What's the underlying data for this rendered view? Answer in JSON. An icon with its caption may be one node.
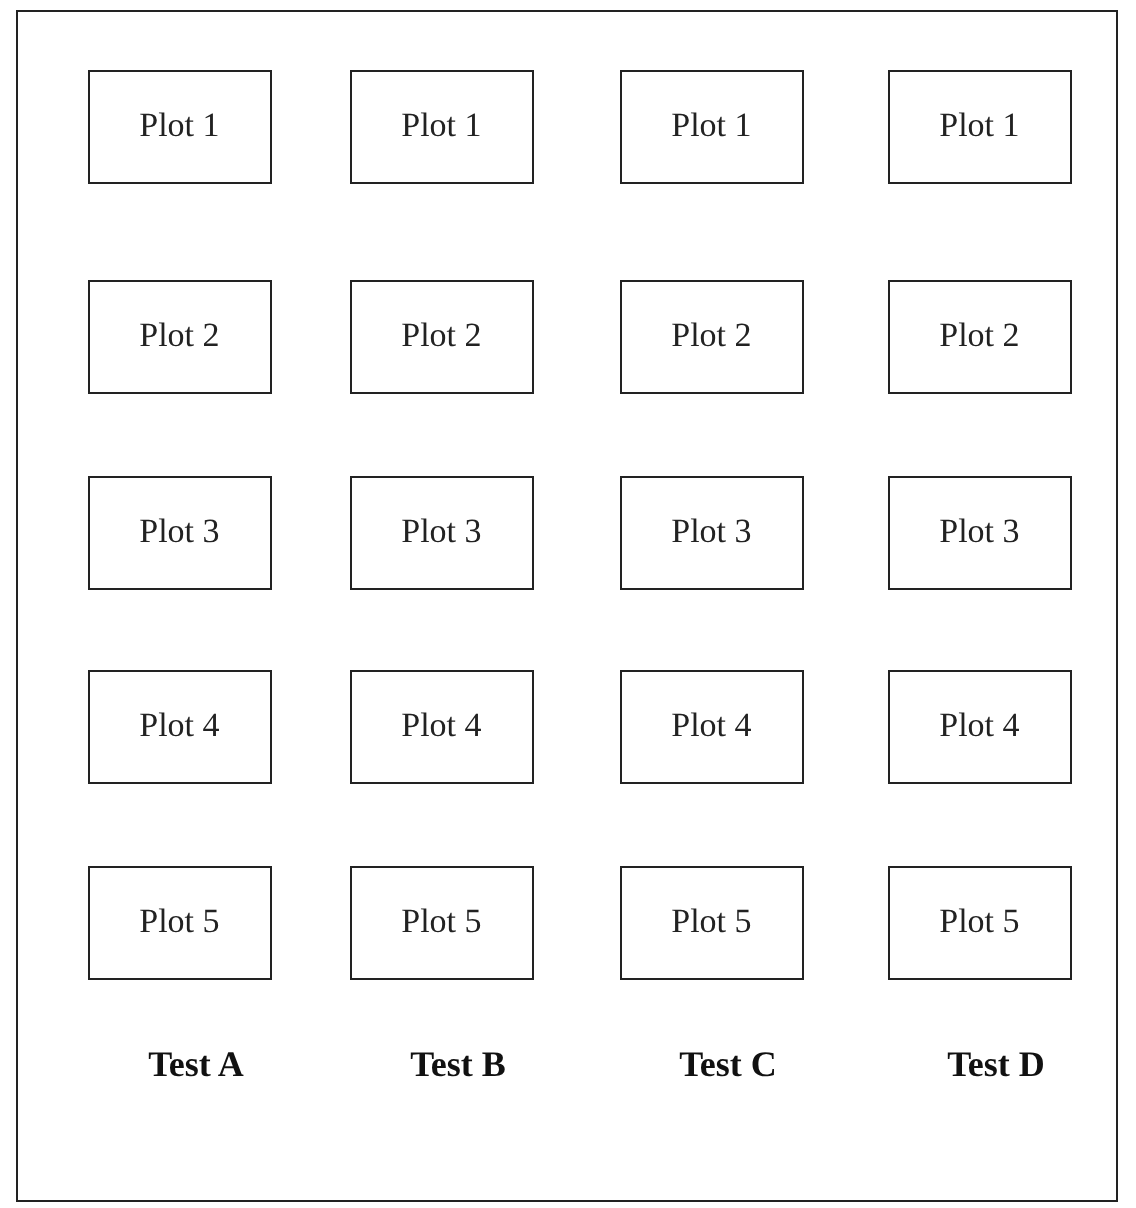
{
  "diagram": {
    "nodes": [
      {
        "text": [],
        "shape": "box"
      },
      {
        "text": [
          "Plot 1"
        ],
        "in": 0
      },
      {
        "text": [
          "Plot 1"
        ],
        "in": 0
      },
      {
        "text": [
          "Plot 1"
        ],
        "in": 0
      },
      {
        "text": [
          "Plot 1"
        ],
        "in": 0
      },
      {
        "text": [
          "Plot 2"
        ],
        "in": 0
      },
      {
        "text": [
          "Plot 2"
        ],
        "in": 0
      },
      {
        "text": [
          "Plot 2"
        ],
        "in": 0
      },
      {
        "text": [
          "Plot 2"
        ],
        "in": 0
      },
      {
        "text": [
          "Plot 3"
        ],
        "in": 0
      },
      {
        "text": [
          "Plot 3"
        ],
        "in": 0
      },
      {
        "text": [
          "Plot 3"
        ],
        "in": 0
      },
      {
        "text": [
          "Plot 3"
        ],
        "in": 0
      },
      {
        "text": [
          "Plot 4"
        ],
        "in": 0
      },
      {
        "text": [
          "Plot 4"
        ],
        "in": 0
      },
      {
        "text": [
          "Plot 4"
        ],
        "in": 0
      },
      {
        "text": [
          "Plot 4"
        ],
        "in": 0
      },
      {
        "text": [
          "Plot 5"
        ],
        "in": 0
      },
      {
        "text": [
          "Plot 5"
        ],
        "in": 0
      },
      {
        "text": [
          "Plot 5"
        ],
        "in": 0
      },
      {
        "text": [
          "Plot 5"
        ],
        "in": 0
      }
    ],
    "labels": [
      "Test A",
      "Test B",
      "Test C",
      "Test D"
    ]
  }
}
